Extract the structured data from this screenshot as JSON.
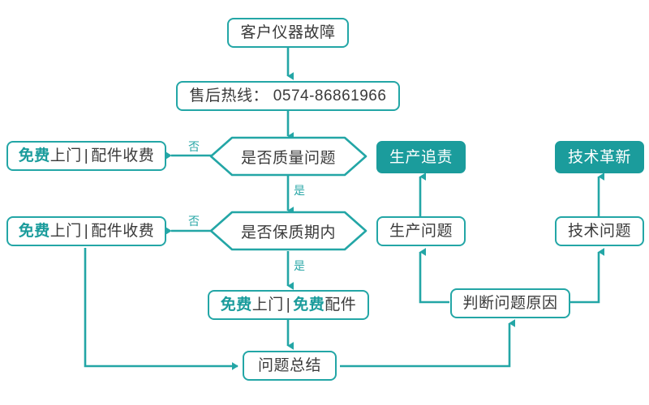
{
  "diagram": {
    "title_node": "客户仪器故障",
    "accent_color": "#1b9c9c",
    "line_color": "#23a6a6",
    "text_color": "#3a3a3a",
    "background": "#ffffff"
  },
  "nodes": {
    "start": {
      "label": "客户仪器故障"
    },
    "hotline": {
      "label": "售后热线： 0574-86861966"
    },
    "decision_quality": {
      "label": "是否质量问题"
    },
    "decision_warranty": {
      "label": "是否保质期内"
    },
    "outcome_paid_1": {
      "free": "免费",
      "rest": "上门",
      "sep": "|",
      "tail": "配件收费"
    },
    "outcome_paid_2": {
      "free": "免费",
      "rest": "上门",
      "sep": "|",
      "tail": "配件收费"
    },
    "outcome_free": {
      "free1": "免费",
      "rest1": "上门",
      "sep": "|",
      "free2": "免费",
      "rest2": "配件"
    },
    "summary": {
      "label": "问题总结"
    },
    "analyze_cause": {
      "label": "判断问题原因"
    },
    "production_issue": {
      "label": "生产问题"
    },
    "technical_issue": {
      "label": "技术问题"
    },
    "production_accountability": {
      "label": "生产追责"
    },
    "technical_innovation": {
      "label": "技术革新"
    }
  },
  "edge_labels": {
    "no_quality": "否",
    "yes_quality": "是",
    "no_warranty": "否",
    "yes_warranty": "是"
  }
}
